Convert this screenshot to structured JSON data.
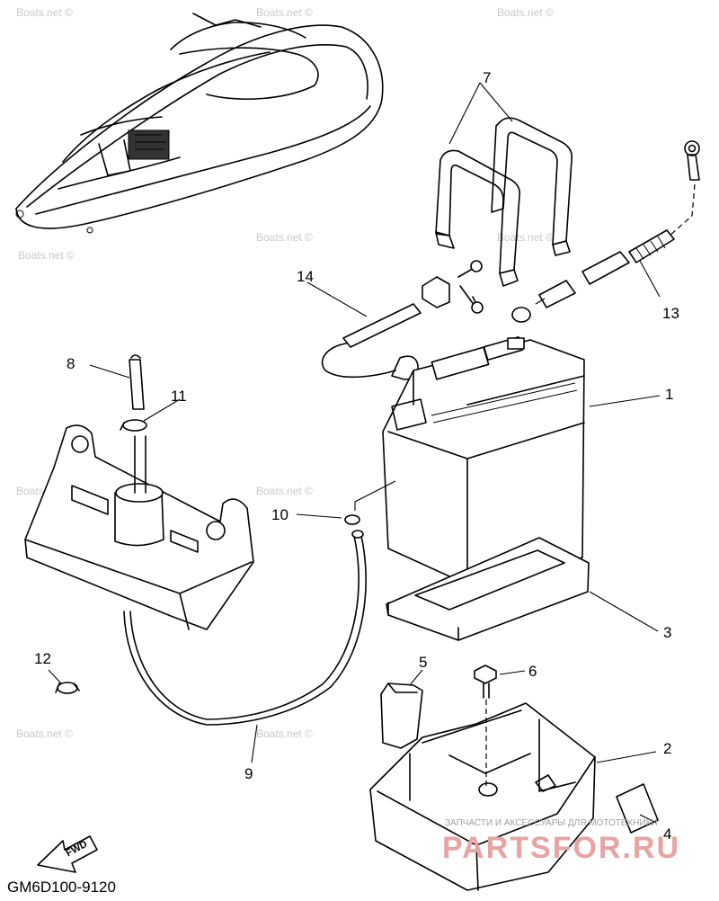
{
  "diagram_code": "GM6D100-9120",
  "fwd_label": "FWD",
  "watermark": "Boats.net ©",
  "brand": {
    "name": "PARTSFOR.RU",
    "tagline": "ЗАПЧАСТИ И АКСЕССУАРЫ ДЛЯ МОТОТЕХНИКИ"
  },
  "callouts": {
    "c1": "1",
    "c2": "2",
    "c3": "3",
    "c4": "4",
    "c5": "5",
    "c6": "6",
    "c7": "7",
    "c8": "8",
    "c9": "9",
    "c10": "10",
    "c11": "11",
    "c12": "12",
    "c13": "13",
    "c14": "14"
  }
}
